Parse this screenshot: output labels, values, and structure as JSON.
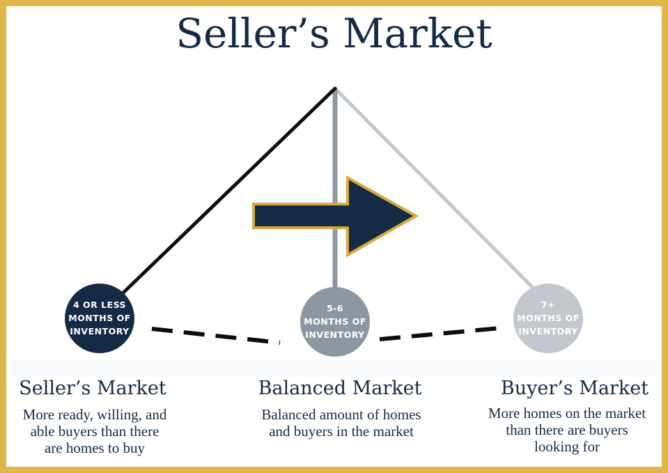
{
  "title": "Seller’s Market",
  "colors": {
    "frame": "#e0b54a",
    "navy": "#152a44",
    "slate": "#8c97a3",
    "light_gray": "#c2c8ce",
    "arrow_outline": "#d9a93c"
  },
  "pointer": {
    "direction": "right",
    "icon": "arrow-right-icon"
  },
  "markets": [
    {
      "circle_label": "4 OR LESS\nMONTHS OF\nINVENTORY",
      "heading": "Seller’s Market",
      "description": "More ready, willing, and\nable buyers than there\nare homes to buy"
    },
    {
      "circle_label": "5-6\nMONTHS OF\nINVENTORY",
      "heading": "Balanced Market",
      "description": "Balanced amount of homes\nand buyers in the market"
    },
    {
      "circle_label": "7+\nMONTHS OF\nINVENTORY",
      "heading": "Buyer’s Market",
      "description": "More homes on the market\nthan there are buyers\nlooking for"
    }
  ]
}
